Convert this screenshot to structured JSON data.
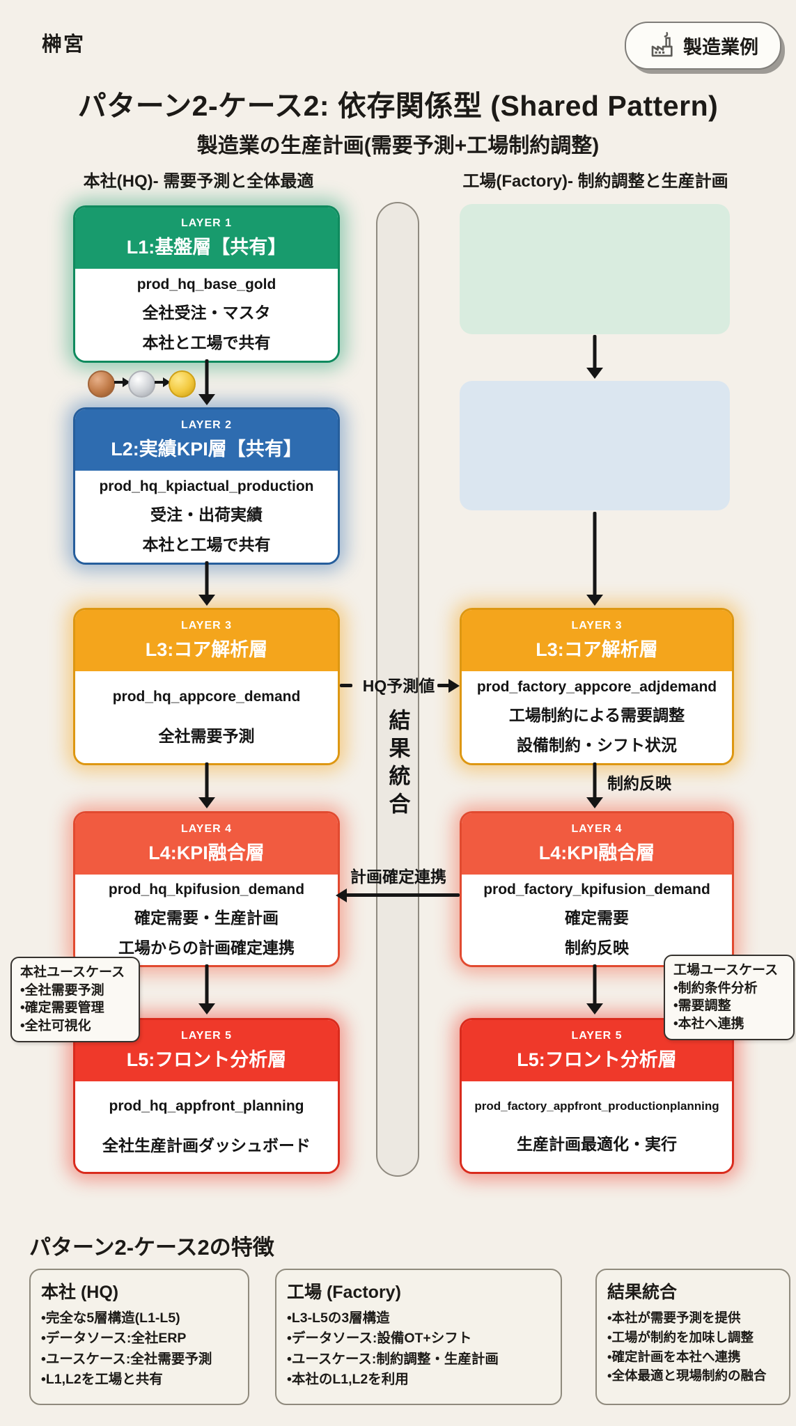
{
  "brand": "榊宮",
  "badge": {
    "label": "製造業例",
    "icon": "factory-icon"
  },
  "title": "パターン2-ケース2: 依存関係型 (Shared Pattern)",
  "subtitle": "製造業の生産計画(需要予測+工場制約調整)",
  "hq": {
    "header": "本社(HQ)- 需要予測と全体最適",
    "l1": {
      "tag": "LAYER 1",
      "title": "L1:基盤層【共有】",
      "code": "prod_hq_base_gold",
      "lines": [
        "全社受注・マスタ",
        "本社と工場で共有"
      ],
      "color": "#189b6d",
      "border": "#0f8a5e",
      "glow": "rgba(24,155,109,0.42)"
    },
    "l2": {
      "tag": "LAYER 2",
      "title": "L2:実績KPI層【共有】",
      "code": "prod_hq_kpiactual_production",
      "lines": [
        "受注・出荷実績",
        "本社と工場で共有"
      ],
      "color": "#2e6cb0",
      "border": "#265e9c",
      "glow": "rgba(46,108,176,0.42)"
    },
    "l3": {
      "tag": "LAYER 3",
      "title": "L3:コア解析層",
      "code": "prod_hq_appcore_demand",
      "lines": [
        "全社需要予測"
      ],
      "color": "#f4a51c",
      "border": "#dd9712",
      "glow": "rgba(244,165,28,0.45)"
    },
    "l4": {
      "tag": "LAYER 4",
      "title": "L4:KPI融合層",
      "code": "prod_hq_kpifusion_demand",
      "lines": [
        "確定需要・生産計画",
        "工場からの計画確定連携"
      ],
      "color": "#f15b40",
      "border": "#e14a30",
      "glow": "rgba(241,91,64,0.45)"
    },
    "l5": {
      "tag": "LAYER 5",
      "title": "L5:フロント分析層",
      "code": "prod_hq_appfront_planning",
      "lines": [
        "全社生産計画ダッシュボード"
      ],
      "color": "#ef392a",
      "border": "#d92b1d",
      "glow": "rgba(239,57,42,0.45)"
    }
  },
  "factory": {
    "header": "工場(Factory)- 制約調整と生産計画",
    "l3": {
      "tag": "LAYER 3",
      "title": "L3:コア解析層",
      "code": "prod_factory_appcore_adjdemand",
      "lines": [
        "工場制約による需要調整",
        "設備制約・シフト状況"
      ],
      "color": "#f4a51c",
      "border": "#dd9712",
      "glow": "rgba(244,165,28,0.45)"
    },
    "l4": {
      "tag": "LAYER 4",
      "title": "L4:KPI融合層",
      "code": "prod_factory_kpifusion_demand",
      "lines": [
        "確定需要",
        "制約反映"
      ],
      "color": "#f15b40",
      "border": "#e14a30",
      "glow": "rgba(241,91,64,0.45)"
    },
    "l5": {
      "tag": "LAYER 5",
      "title": "L5:フロント分析層",
      "code": "prod_factory_appfront_productionplanning",
      "lines": [
        "生産計画最適化・実行"
      ],
      "color": "#ef392a",
      "border": "#d92b1d",
      "glow": "rgba(239,57,42,0.45)"
    }
  },
  "ghosts": {
    "shared_l1_color": "#d9ecdf",
    "shared_l2_color": "#dbe6f0"
  },
  "flow": {
    "integration_bar": "結果統合",
    "hq_forecast_label": "HQ予測値",
    "plan_confirm_label": "計画確定連携",
    "constraint_label": "制約反映"
  },
  "medals": {
    "sequence": [
      "bronze-medal",
      "silver-medal",
      "gold-medal"
    ]
  },
  "notes": {
    "hq": {
      "title": "本社ユースケース",
      "items": [
        "•全社需要予測",
        "•確定需要管理",
        "•全社可視化"
      ]
    },
    "factory": {
      "title": "工場ユースケース",
      "items": [
        "•制約条件分析",
        "•需要調整",
        "•本社へ連携"
      ]
    }
  },
  "features": {
    "heading": "パターン2-ケース2の特徴",
    "boxes": [
      {
        "title": "本社 (HQ)",
        "items": [
          "•完全な5層構造(L1-L5)",
          "•データソース:全社ERP",
          "•ユースケース:全社需要予測",
          "•L1,L2を工場と共有"
        ]
      },
      {
        "title": "工場 (Factory)",
        "items": [
          "•L3-L5の3層構造",
          "•データソース:設備OT+シフト",
          "•ユースケース:制約調整・生産計画",
          "•本社のL1,L2を利用"
        ]
      },
      {
        "title": "結果統合",
        "items": [
          "•本社が需要予測を提供",
          "•工場が制約を加味し調整",
          "•確定計画を本社へ連携",
          "•全体最適と現場制約の融合"
        ]
      }
    ]
  }
}
